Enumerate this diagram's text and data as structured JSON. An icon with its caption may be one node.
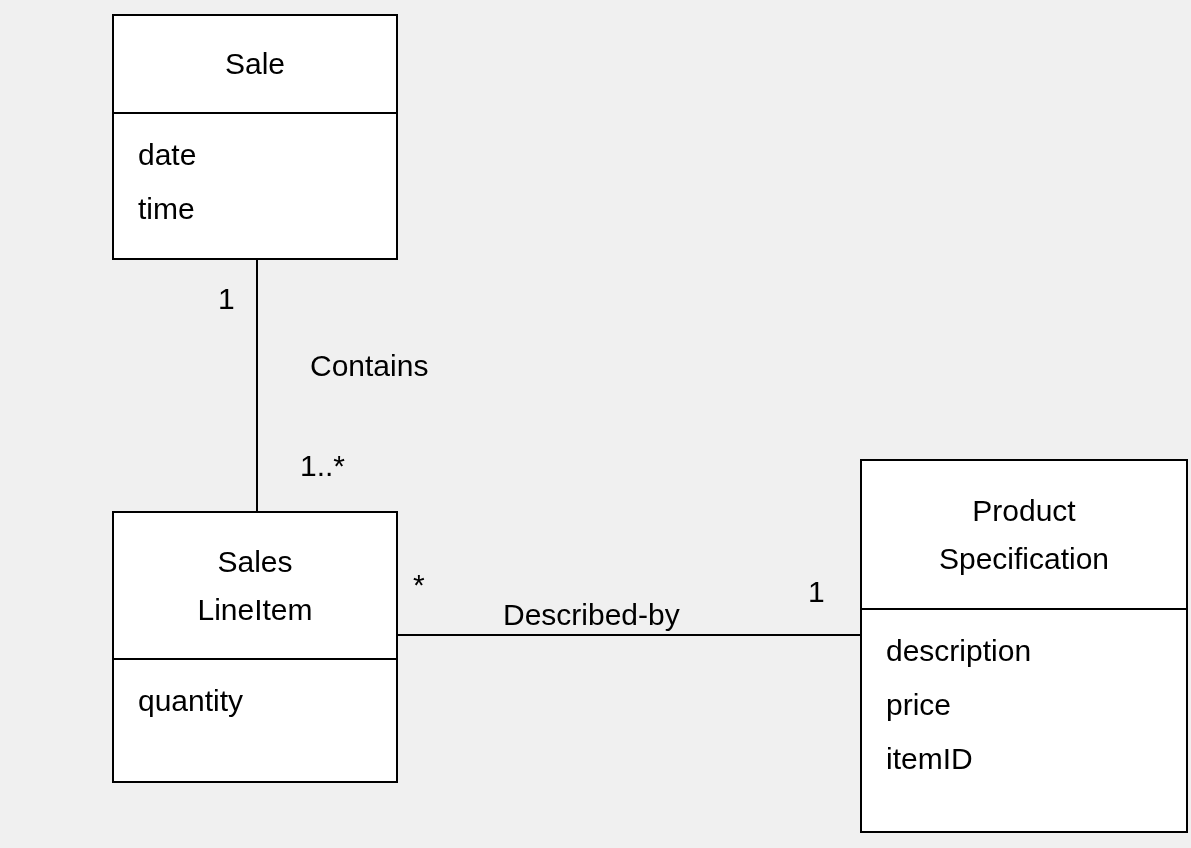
{
  "diagram": {
    "nodes": [
      {
        "text": [
          "Sale",
          "date",
          "time"
        ]
      },
      {
        "text": [
          "Sales LineItem",
          "quantity"
        ]
      },
      {
        "text": [
          "Product Specification",
          "description",
          "price",
          "itemID"
        ]
      }
    ],
    "edges": [
      {
        "from": 0,
        "to": 1,
        "arrow": "none",
        "label": "Contains"
      },
      {
        "from": 1,
        "to": 2,
        "arrow": "none",
        "label": "Described-by"
      }
    ],
    "labels": [
      "1",
      "1..*",
      "*",
      "1"
    ]
  }
}
